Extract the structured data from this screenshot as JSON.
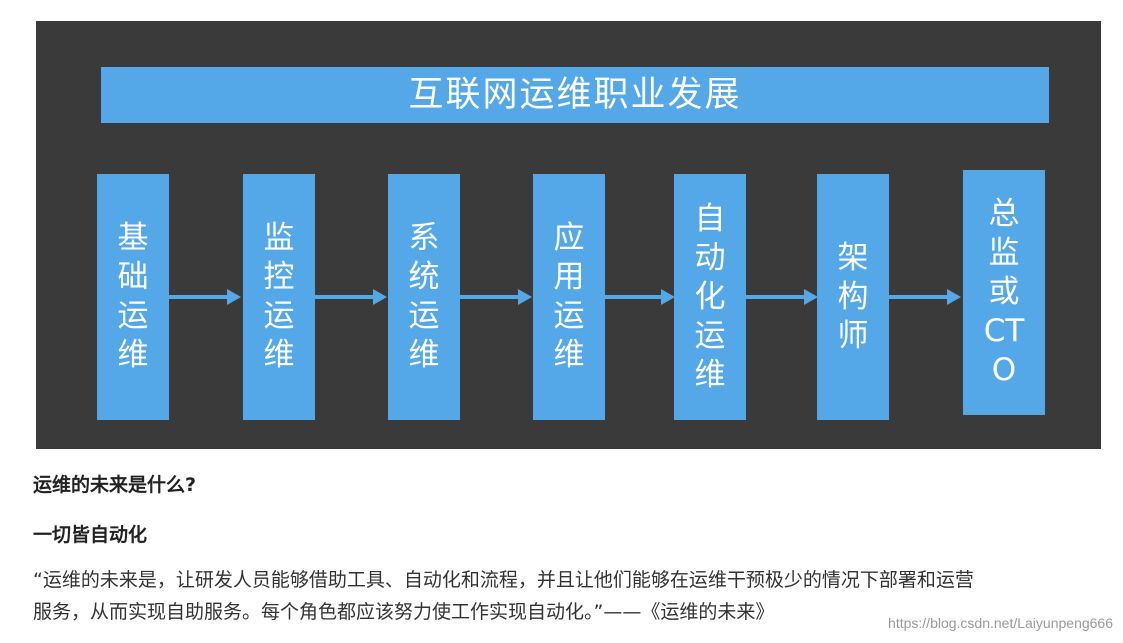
{
  "diagram": {
    "title": "互联网运维职业发展",
    "stages": [
      "基础运维",
      "监控运维",
      "系统运维",
      "应用运维",
      "自动化运维",
      "架构师",
      "总监或CTO"
    ],
    "colors": {
      "background": "#3a3a3a",
      "box": "#55a8e8",
      "text": "#ffffff"
    }
  },
  "article": {
    "question": "运维的未来是什么?",
    "answer": "一切皆自动化",
    "quote_line1": "“运维的未来是，让研发人员能够借助工具、自动化和流程，并且让他们能够在运维干预极少的情况下部署和运营",
    "quote_line2": "服务，从而实现自助服务。每个角色都应该努力使工作实现自动化。”——《运维的未来》"
  },
  "watermark": "https://blog.csdn.net/Laiyunpeng666"
}
